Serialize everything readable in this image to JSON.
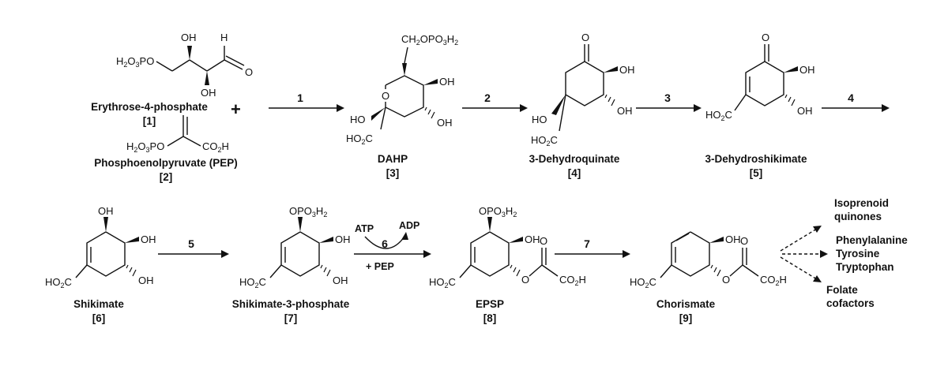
{
  "compounds": [
    {
      "name": "Erythrose-4-phosphate",
      "number": "[1]"
    },
    {
      "name": "Phosphoenolpyruvate (PEP)",
      "number": "[2]"
    },
    {
      "name": "DAHP",
      "number": "[3]"
    },
    {
      "name": "3-Dehydroquinate",
      "number": "[4]"
    },
    {
      "name": "3-Dehydroshikimate",
      "number": "[5]"
    },
    {
      "name": "Shikimate",
      "number": "[6]"
    },
    {
      "name": "Shikimate-3-phosphate",
      "number": "[7]"
    },
    {
      "name": "EPSP",
      "number": "[8]"
    },
    {
      "name": "Chorismate",
      "number": "[9]"
    }
  ],
  "steps": [
    "1",
    "2",
    "3",
    "4",
    "5",
    "6",
    "7"
  ],
  "step6_cofactors": {
    "in": "ATP",
    "out": "ADP",
    "co_substrate": "+ PEP"
  },
  "plus_sign": "+",
  "products": [
    {
      "line1": "Isoprenoid",
      "line2": "quinones"
    },
    {
      "line1": "Phenylalanine",
      "line2": "Tyrosine",
      "line3": "Tryptophan"
    },
    {
      "line1": "Folate",
      "line2": "cofactors"
    }
  ],
  "atom_labels": {
    "oh": "OH",
    "ho": "HO",
    "o": "O",
    "h": "H",
    "h2o3po": "H2O3PO",
    "co2h": "CO2H",
    "ho2c": "HO2C",
    "ch2opo3h2": "CH2OPO3H2",
    "opo3h2": "OPO3H2"
  }
}
